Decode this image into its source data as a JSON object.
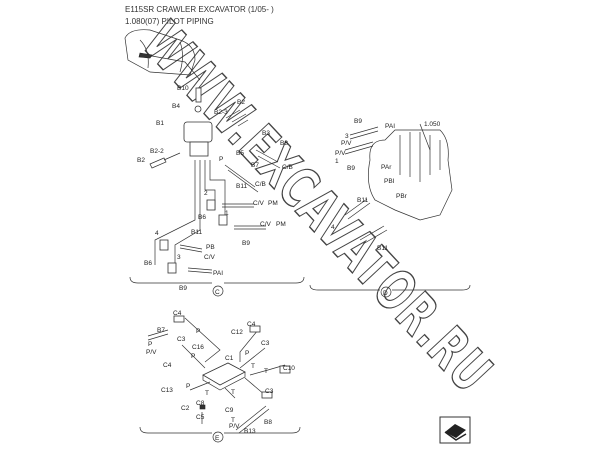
{
  "header": {
    "model": "E115SR CRAWLER EXCAVATOR (1/05- )",
    "section": "1.080(07) PILOT PIPING"
  },
  "watermark": "WWW.EXCAVATOR.RU",
  "groups": {
    "c": {
      "marker": "C",
      "labels": [
        "B10",
        "B4",
        "B2-3",
        "B2",
        "B1",
        "B3",
        "B8",
        "B2-2",
        "B2",
        "B5",
        "P",
        "B7",
        "C/B",
        "C/B",
        "B11",
        "2",
        "C/V",
        "PM",
        "B6",
        "1",
        "C/V",
        "PM",
        "B9",
        "4",
        "B11",
        "PB",
        "3",
        "C/V",
        "B6",
        "PAI",
        "B9"
      ]
    },
    "d": {
      "marker": "D",
      "labels": [
        "B9",
        "PAI",
        "1.050",
        "3",
        "P/V",
        "P/V",
        "1",
        "B9",
        "PAr",
        "PBI",
        "PBr",
        "B11",
        "4",
        "B11"
      ]
    },
    "e": {
      "marker": "E",
      "labels": [
        "C4",
        "P",
        "B7",
        "P",
        "P/V",
        "C3",
        "C16",
        "P",
        "C4",
        "C12",
        "C3",
        "P",
        "C1",
        "C4",
        "T",
        "T",
        "C10",
        "P",
        "T",
        "C13",
        "T",
        "C3",
        "C2",
        "C8",
        "C9",
        "C5",
        "B8",
        "T",
        "P/V",
        "B13"
      ]
    }
  }
}
